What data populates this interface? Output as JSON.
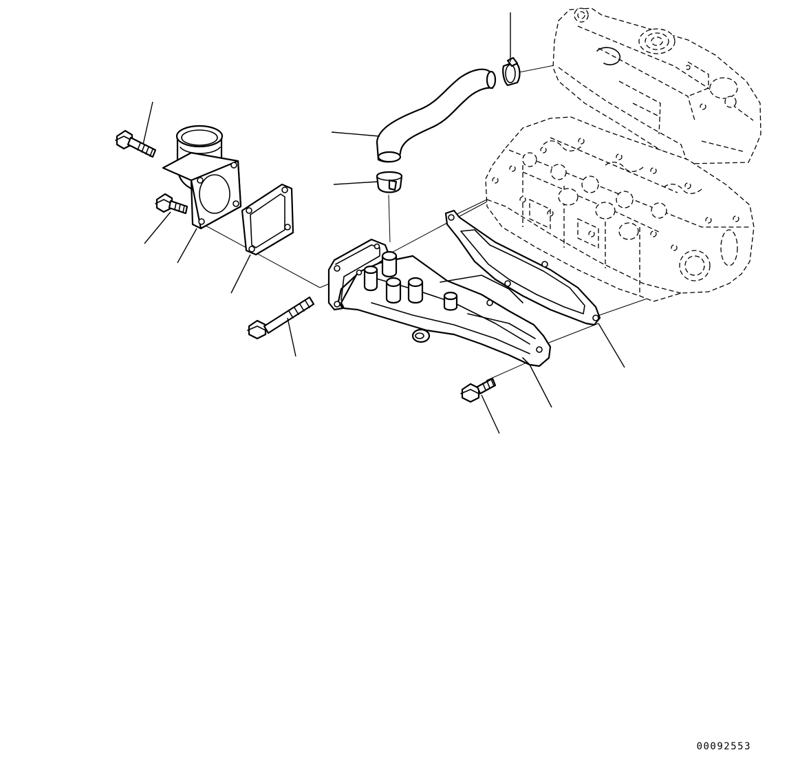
{
  "drawing": {
    "number": "00092553"
  },
  "parts": [
    {
      "id": "rocker-cover",
      "icon": "cylinder-head-cover-icon"
    },
    {
      "id": "cylinder-head",
      "icon": "cylinder-head-icon"
    },
    {
      "id": "hose-clamp-upper",
      "icon": "hose-clamp-icon"
    },
    {
      "id": "water-hose",
      "icon": "hose-icon"
    },
    {
      "id": "hose-clamp-lower",
      "icon": "hose-clamp-icon"
    },
    {
      "id": "bolt-upper-left",
      "icon": "bolt-icon"
    },
    {
      "id": "thermostat-housing",
      "icon": "elbow-fitting-icon"
    },
    {
      "id": "bolt-left",
      "icon": "bolt-icon"
    },
    {
      "id": "gasket-small",
      "icon": "gasket-icon"
    },
    {
      "id": "long-bolt",
      "icon": "bolt-icon"
    },
    {
      "id": "water-manifold",
      "icon": "manifold-icon"
    },
    {
      "id": "gasket-long",
      "icon": "gasket-icon"
    },
    {
      "id": "bolt-lower",
      "icon": "bolt-icon"
    }
  ],
  "colors": {
    "line": "#000000",
    "background": "#ffffff"
  }
}
